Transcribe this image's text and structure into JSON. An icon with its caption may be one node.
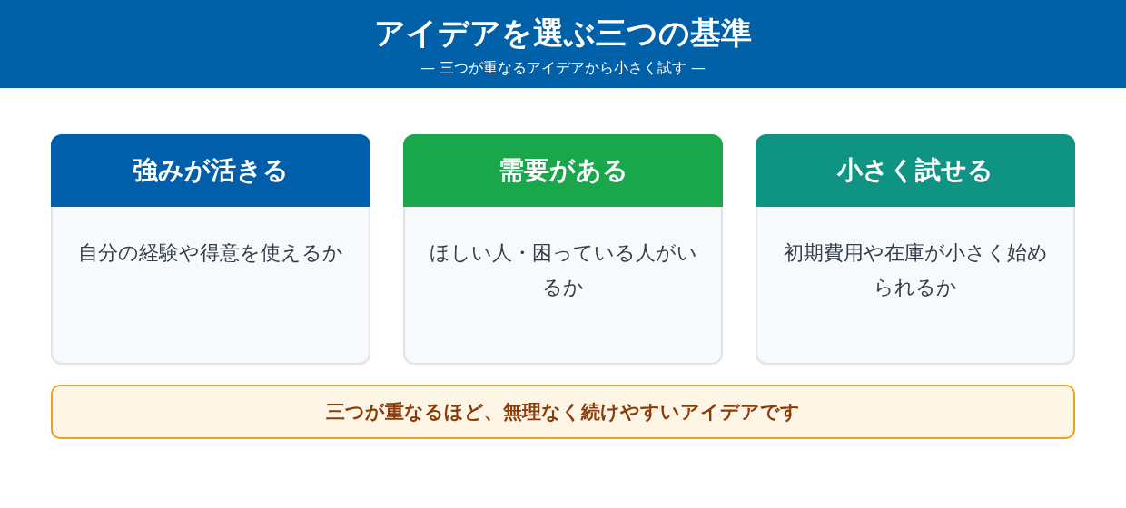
{
  "diagram": {
    "title": "アイデアを選ぶ三つの基準",
    "nodes": [
      {
        "text": [
          "強みが活きる",
          "自分の経験や得意を使えるか"
        ]
      },
      {
        "text": [
          "需要がある",
          "ほしい人・困っている人がいるか"
        ]
      },
      {
        "text": [
          "小さく試せる",
          "初期費用や在庫が小さく始められるか"
        ]
      },
      {
        "text": [
          "三つが重なるほど、無理なく続けやすいアイデアです"
        ]
      }
    ],
    "edges": [],
    "labels": [
      "— 三つが重なるアイデアから小さく試す —"
    ]
  }
}
